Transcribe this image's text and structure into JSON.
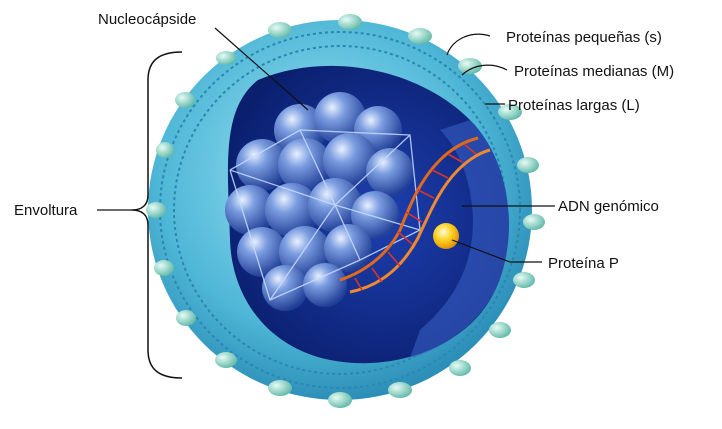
{
  "labels": {
    "nucleocapsid": "Nucleocápside",
    "small_proteins": "Proteínas pequeñas (s)",
    "medium_proteins": "Proteínas medianas (M)",
    "large_proteins": "Proteínas largas  (L)",
    "envelope": "Envoltura",
    "genomic_dna": "ADN genómico",
    "protein_p": "Proteína  P"
  },
  "colors": {
    "envelope_outer": "#5fc3dd",
    "envelope_inner": "#2f93bb",
    "interior_dark": "#0f2a8a",
    "capsid_sphere": "#4d74c8",
    "dna_strand": "#e06a1c",
    "dna_rungs": "#d9342b",
    "protein_p": "#ffd21e",
    "surface_protein": "#9fd8c9"
  }
}
